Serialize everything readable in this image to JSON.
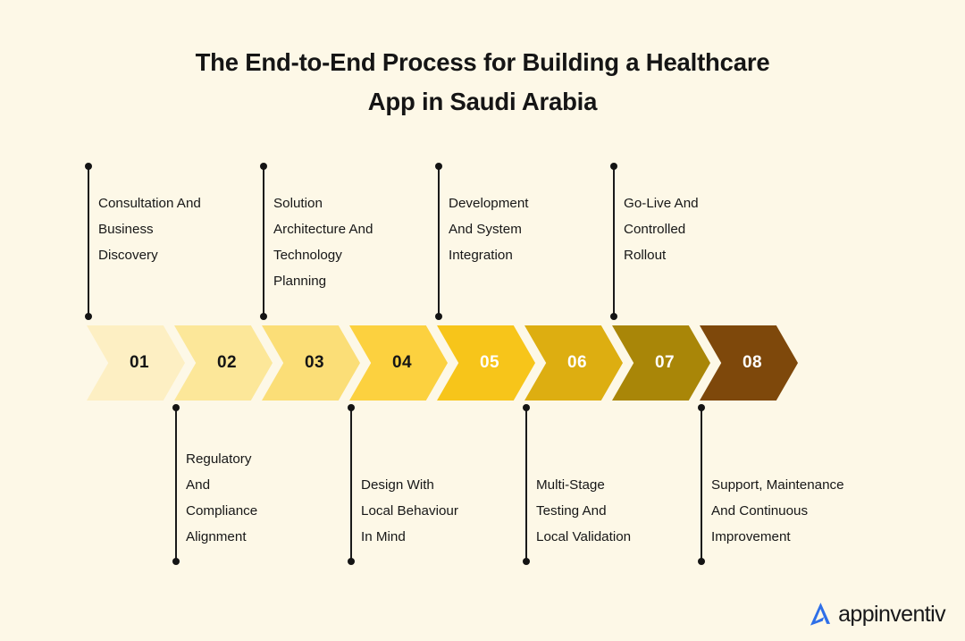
{
  "page": {
    "background_color": "#FDF8E7",
    "text_color": "#171717"
  },
  "title": {
    "line1": "The End-to-End Process for Building a Healthcare",
    "line2": "App in Saudi Arabia"
  },
  "chart_data": {
    "type": "bar",
    "title": "The End-to-End Process for Building a Healthcare App in Saudi Arabia",
    "categories": [
      "01",
      "02",
      "03",
      "04",
      "05",
      "06",
      "07",
      "08"
    ],
    "values": [
      1,
      2,
      3,
      4,
      5,
      6,
      7,
      8
    ],
    "xlabel": "",
    "ylabel": "",
    "annotations": [
      "Consultation And Business Discovery",
      "Regulatory And Compliance Alignment",
      "Solution Architecture And Technology Planning",
      "Design With Local Behaviour In Mind",
      "Development And System Integration",
      "Multi-Stage Testing And Local Validation",
      "Go-Live And Controlled Rollout",
      "Support, Maintenance And Continuous Improvement"
    ]
  },
  "steps": [
    {
      "number": "01",
      "color": "#FDEFC3",
      "num_color": "#151515",
      "position": "above",
      "lines": [
        "Consultation And",
        "Business",
        "Discovery"
      ]
    },
    {
      "number": "02",
      "color": "#FCE799",
      "num_color": "#151515",
      "position": "below",
      "lines": [
        "Regulatory",
        "And",
        "Compliance",
        "Alignment"
      ]
    },
    {
      "number": "03",
      "color": "#FBDE77",
      "num_color": "#151515",
      "position": "above",
      "lines": [
        "Solution",
        "Architecture And",
        "Technology",
        "Planning"
      ]
    },
    {
      "number": "04",
      "color": "#FCD13F",
      "num_color": "#151515",
      "position": "below",
      "lines": [
        "Design With",
        "Local Behaviour",
        "In Mind"
      ]
    },
    {
      "number": "05",
      "color": "#F7C51A",
      "num_color": "#FFFFFF",
      "position": "above",
      "lines": [
        "Development",
        "And System",
        "Integration"
      ]
    },
    {
      "number": "06",
      "color": "#DDAE11",
      "num_color": "#FFFFFF",
      "position": "below",
      "lines": [
        "Multi-Stage",
        "Testing And",
        "Local Validation"
      ]
    },
    {
      "number": "07",
      "color": "#A98608",
      "num_color": "#FFFFFF",
      "position": "above",
      "lines": [
        "Go-Live And",
        "Controlled",
        "Rollout"
      ]
    },
    {
      "number": "08",
      "color": "#7E480B",
      "num_color": "#FFFFFF",
      "position": "below",
      "lines": [
        "Support, Maintenance",
        "And Continuous",
        "Improvement"
      ]
    }
  ],
  "logo": {
    "name": "appinventiv",
    "mark_color": "#2E6FE8",
    "text_color": "#18181A"
  }
}
